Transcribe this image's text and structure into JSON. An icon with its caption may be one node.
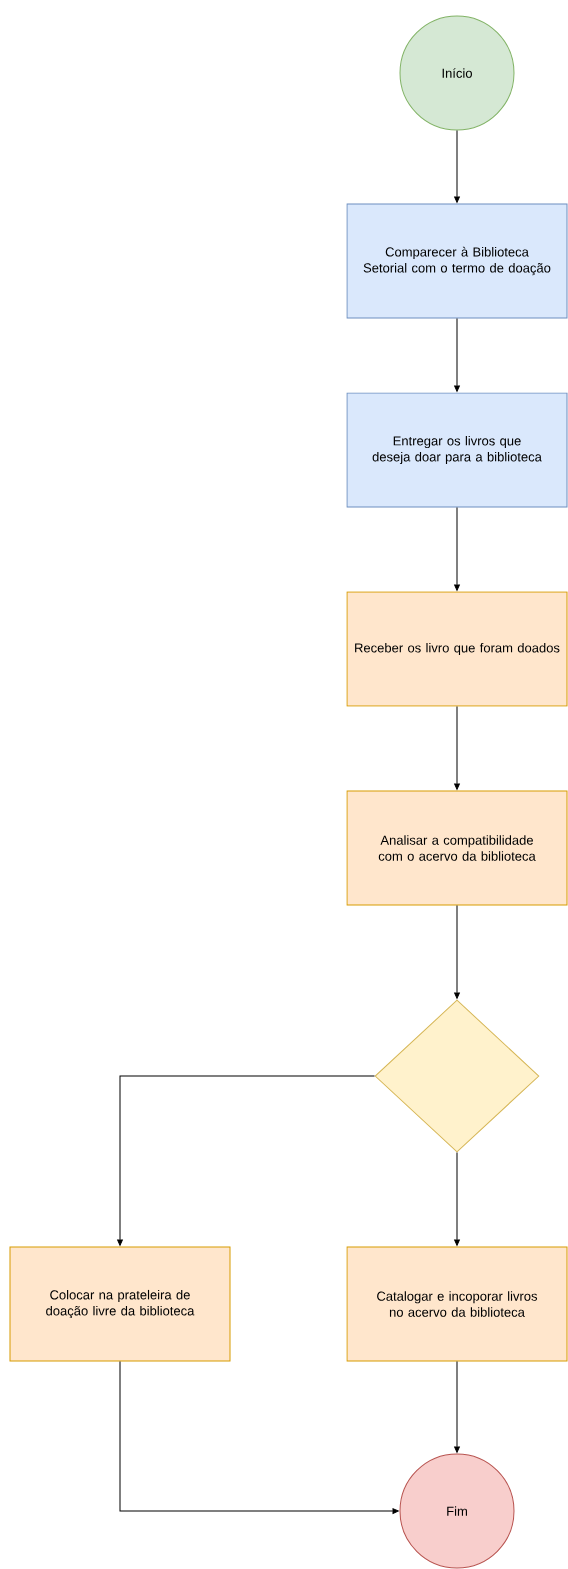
{
  "diagram": {
    "nodes": [
      {
        "text": [
          "Início"
        ]
      },
      {
        "text": [
          "Comparecer à Biblioteca Setorial com o termo de doação"
        ]
      },
      {
        "text": [
          "Entregar os livros que deseja doar para a biblioteca"
        ]
      },
      {
        "text": [
          "Receber os livro que foram doados"
        ]
      },
      {
        "text": [
          "Analisar a compatibilidade com o acervo da biblioteca"
        ]
      },
      {
        "text": [],
        "shape": "diamond"
      },
      {
        "text": [
          "Colocar na prateleira de doação livre da biblioteca"
        ]
      },
      {
        "text": [
          "Catalogar e incoporar livros no acervo da biblioteca"
        ]
      },
      {
        "text": [
          "Fim"
        ]
      }
    ],
    "edges": [
      {
        "from": 0,
        "to": 1,
        "arrow": "to"
      },
      {
        "from": 1,
        "to": 2,
        "arrow": "to"
      },
      {
        "from": 2,
        "to": 3,
        "arrow": "to"
      },
      {
        "from": 3,
        "to": 4,
        "arrow": "to"
      },
      {
        "from": 4,
        "to": 5,
        "arrow": "to"
      },
      {
        "from": 5,
        "to": 6,
        "arrow": "to"
      },
      {
        "from": 5,
        "to": 7,
        "arrow": "to"
      },
      {
        "from": 7,
        "to": 8,
        "arrow": "to"
      },
      {
        "from": 6,
        "to": 8,
        "arrow": "to"
      }
    ]
  }
}
